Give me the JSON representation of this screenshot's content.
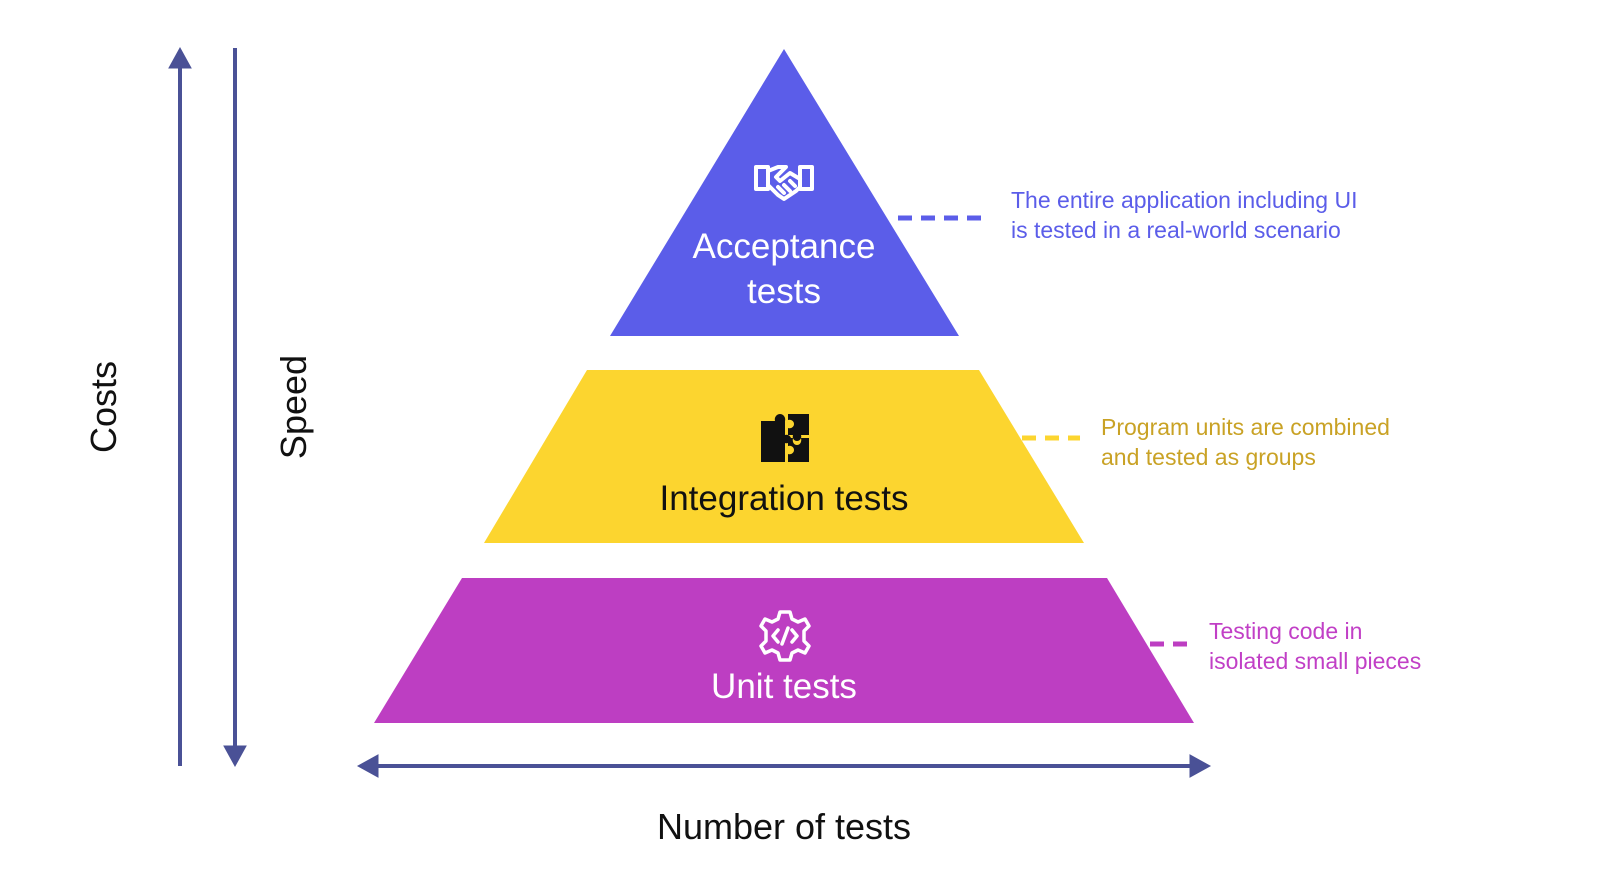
{
  "colors": {
    "axis": "#4a5196",
    "acceptance": "#5b5de9",
    "acceptance_text": "#5b5de9",
    "integration": "#fcd52f",
    "integration_text": "#c9a225",
    "unit": "#bd3ec2",
    "unit_text": "#c13fc6",
    "white": "#ffffff",
    "dark": "#111111"
  },
  "axes": {
    "costs": "Costs",
    "speed": "Speed",
    "number_of_tests": "Number of tests"
  },
  "tiers": {
    "acceptance": {
      "line1": "Acceptance",
      "line2": "tests",
      "icon": "handshake-icon",
      "description_line1": "The entire application including UI",
      "description_line2": "is tested in a real-world scenario"
    },
    "integration": {
      "label": "Integration tests",
      "icon": "puzzle-icon",
      "description_line1": "Program units are combined",
      "description_line2": "and tested as groups"
    },
    "unit": {
      "label": "Unit tests",
      "icon": "code-gear-icon",
      "description_line1": "Testing code in",
      "description_line2": "isolated small pieces"
    }
  }
}
